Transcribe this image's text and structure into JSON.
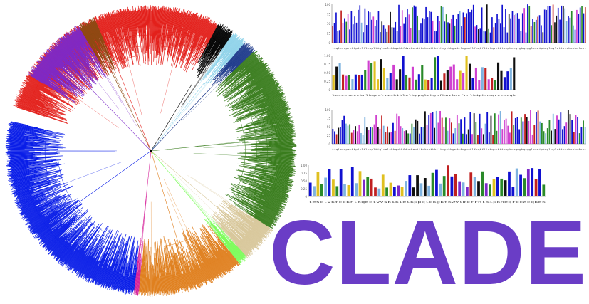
{
  "logo": {
    "text": "CLADE",
    "color": "#6a3dc6"
  },
  "tree": {
    "clades": [
      {
        "name": "red",
        "color": "#e3211c",
        "start": -162,
        "end": -62,
        "dense": true
      },
      {
        "name": "black",
        "color": "#000000",
        "start": -62,
        "end": -55,
        "dense": true
      },
      {
        "name": "skyblue",
        "color": "#8fd3ea",
        "start": -55,
        "end": -49,
        "dense": true
      },
      {
        "name": "navy",
        "color": "#1f3b8c",
        "start": -49,
        "end": -44,
        "dense": true
      },
      {
        "name": "green",
        "color": "#3a7d1e",
        "start": -44,
        "end": 33,
        "dense": true
      },
      {
        "name": "tan",
        "color": "#d8c79a",
        "start": 33,
        "end": 48,
        "dense": true
      },
      {
        "name": "lime",
        "color": "#7cfc5a",
        "start": 48,
        "end": 52,
        "dense": true
      },
      {
        "name": "orange",
        "color": "#e0801f",
        "start": 52,
        "end": 95,
        "dense": true
      },
      {
        "name": "magenta",
        "color": "#d6239a",
        "start": 95,
        "end": 97,
        "dense": true
      },
      {
        "name": "blue",
        "color": "#0a1ee8",
        "start": 97,
        "end": 192,
        "dense": true
      },
      {
        "name": "purple",
        "color": "#7d29c9",
        "start": 212,
        "end": 240,
        "dense": true
      },
      {
        "name": "brown",
        "color": "#8c4a12",
        "start": 240,
        "end": 247,
        "dense": true
      }
    ]
  },
  "panels": [
    {
      "id": "p1",
      "yticks": [
        "100",
        "75",
        "50",
        "25",
        "0"
      ],
      "seq": "tiqlercprckkplclflcppltiqlcelckkqvkkfdvekenilkqkkpkhkllhcyckkgsdcfvgpatlfkqkfllctqvckitpvpkceqvgkqcgglcceipkeglpylcttvcckxxkdfxxt",
      "color_list": [
        "#1010d0",
        "#1010d0",
        "#1010d0",
        "#c02020",
        "#d040d0",
        "#2a8a2a",
        "#101010",
        "#1010d0",
        "#1010d0",
        "#7fb3e0",
        "#1010d0",
        "#1010d0"
      ],
      "seed": 11,
      "bars": 150
    },
    {
      "id": "p2",
      "yticks": [
        "1.00",
        "0.75",
        "0.50",
        "0.25",
        "0"
      ],
      "seq": "lescekmcckrlkqeclvvskiklelkppqlckgkfkwvlmcfrnlkipkneqrccacqk",
      "color_list": [
        "#1010d0",
        "#1010d0",
        "#e0c020",
        "#2a8a2a",
        "#101010",
        "#c02020",
        "#7fb3e0",
        "#d040d0"
      ],
      "seed": 23,
      "bars": 58
    },
    {
      "id": "p3",
      "yticks": [
        "100",
        "75",
        "50",
        "25",
        "0"
      ],
      "seq": "tiqlercprckkplclflcppltiqlcelckkqvkkfdvekenilkqkkpkhkllhcyckkgsdcfvgpatlfkqkfllctqvckitpvpkceqvgkqcgglcceipkeglpylcttvcckxxkdfxxt",
      "color_list": [
        "#1010d0",
        "#d040d0",
        "#c02020",
        "#2a8a2a",
        "#101010",
        "#1010d0",
        "#7fb3e0",
        "#d040d0"
      ],
      "seed": 37,
      "bars": 135
    },
    {
      "id": "p4",
      "yticks": [
        "1.00",
        "0.75",
        "0.50",
        "0.25",
        "0"
      ],
      "seq": "lesclvkmcckrlkqeclvvskiklelkppqlckgkfkwvlmcfrnlkipkneqrccacqkek",
      "color_list": [
        "#1010d0",
        "#2a8a2a",
        "#e0c020",
        "#101010",
        "#c02020",
        "#7fb3e0",
        "#7d29c9",
        "#1010d0"
      ],
      "seed": 53,
      "bars": 62
    }
  ]
}
